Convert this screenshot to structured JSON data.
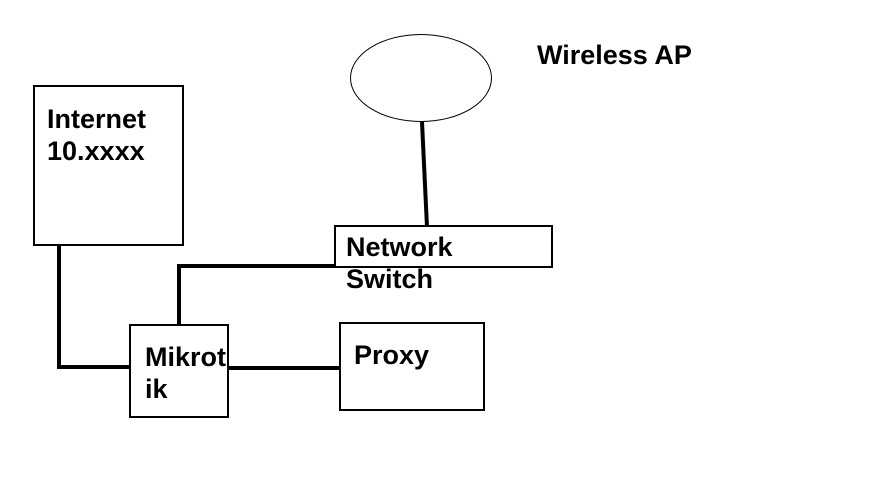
{
  "canvas": {
    "background_color": "#ffffff",
    "ink_color": "#000000"
  },
  "nodes": {
    "wireless_ap": {
      "label": "Wireless AP",
      "shape": "ellipse"
    },
    "internet": {
      "label": "Internet\n10.xxxx",
      "shape": "rectangle"
    },
    "network_switch": {
      "label": "Network\nSwitch",
      "shape": "rectangle"
    },
    "mikrotik": {
      "label": "Mikrot\nik",
      "shape": "rectangle"
    },
    "proxy": {
      "label": "Proxy",
      "shape": "rectangle"
    }
  },
  "connections": [
    {
      "from": "wireless_ap",
      "to": "network_switch"
    },
    {
      "from": "network_switch",
      "to": "mikrotik"
    },
    {
      "from": "internet",
      "to": "mikrotik"
    },
    {
      "from": "mikrotik",
      "to": "proxy"
    }
  ]
}
